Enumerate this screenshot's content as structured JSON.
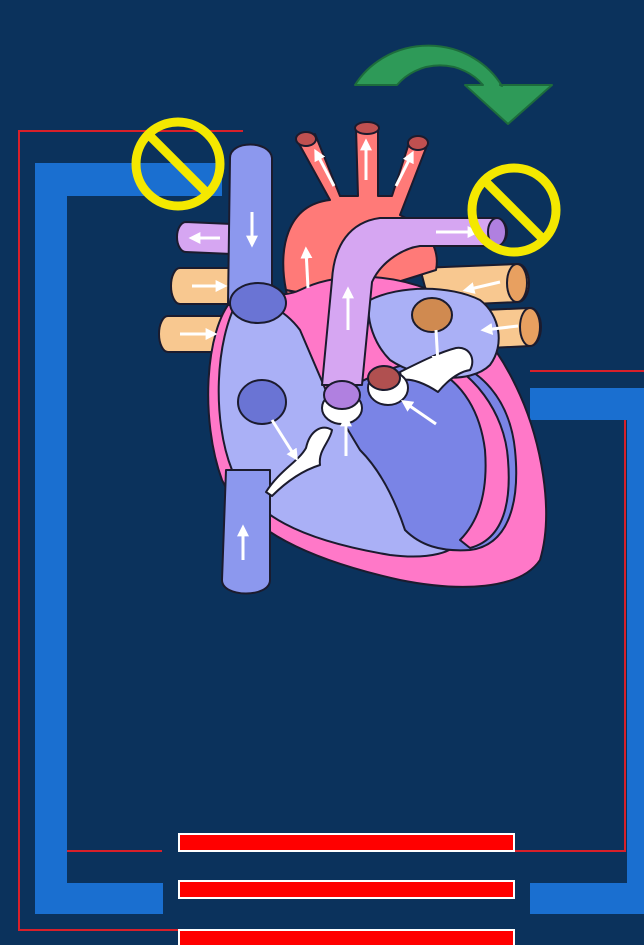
{
  "diagram": {
    "title": "",
    "background_color": "#0b325c",
    "heart_labels": [],
    "colors": {
      "blue_vessel": "#1a6fd0",
      "red_line": "#d8202a",
      "bar_fill": "#ff0000",
      "bar_border": "#ffffff",
      "prohibit_sign": "#f4e800",
      "rotate_arrow": "#2e9a58",
      "myocardium": "#ff78c8",
      "aorta": "#ff7a78",
      "vena_cava": "#8c98ee",
      "right_heart_chamber": "#aab0f6",
      "left_ventricle": "#7a84e6",
      "pulmonary_artery": "#d6a6f2",
      "pulmonary_veins": "#f8c890",
      "flow_arrows": "#ffffff"
    },
    "icons": {
      "rotate": "curved-arrow-clockwise-icon",
      "blocked": "prohibited-icon"
    },
    "bars": [
      {
        "name": "red-bar-upper",
        "color": "#ff0000"
      },
      {
        "name": "red-bar-middle",
        "color": "#ff0000"
      },
      {
        "name": "red-bar-lower",
        "color": "#ff0000"
      }
    ]
  }
}
